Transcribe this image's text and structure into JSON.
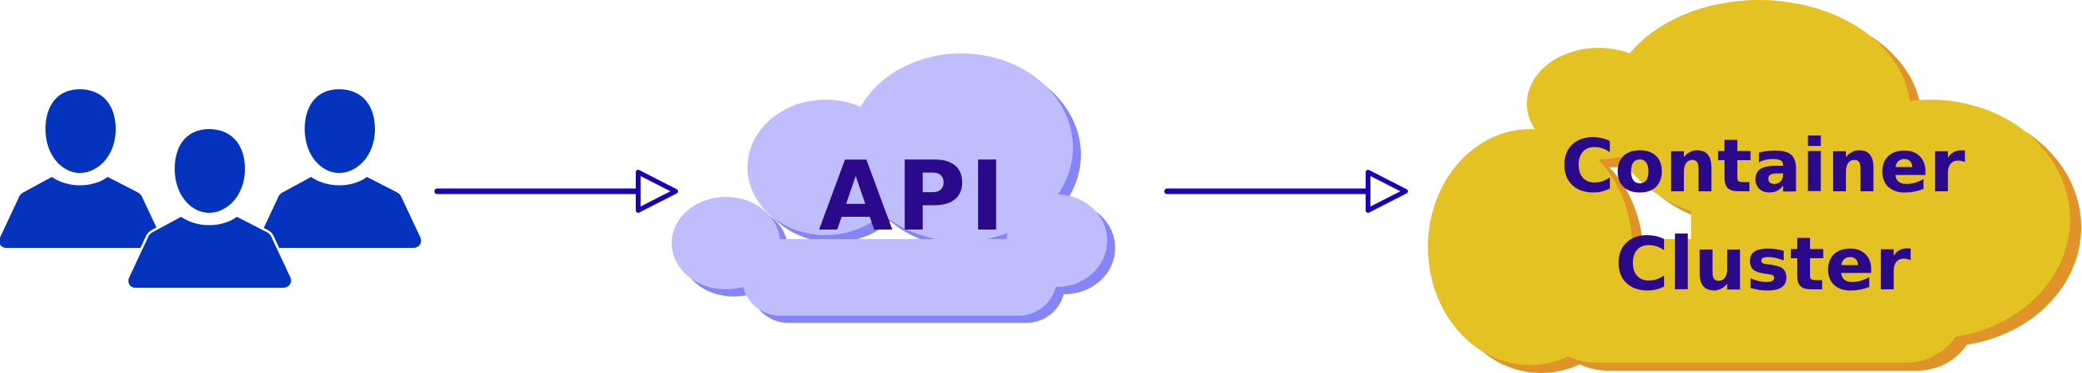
{
  "diagram": {
    "nodes": [
      {
        "id": "users",
        "kind": "users-group",
        "label": ""
      },
      {
        "id": "api",
        "kind": "cloud",
        "label": "API"
      },
      {
        "id": "cluster",
        "kind": "cloud",
        "label_lines": [
          "Container",
          "Cluster"
        ]
      }
    ],
    "edges": [
      {
        "from": "users",
        "to": "api",
        "label": ""
      },
      {
        "from": "api",
        "to": "cluster",
        "label": ""
      }
    ]
  },
  "colors": {
    "users_fill": "#0433bd",
    "arrow": "#1605b6",
    "api_cloud_fill": "#c0bdfd",
    "api_cloud_shadow": "#8585fa",
    "cluster_cloud_fill": "#e5c224",
    "cluster_cloud_shadow": "#df9329",
    "label_text": "#2a0a8a"
  }
}
